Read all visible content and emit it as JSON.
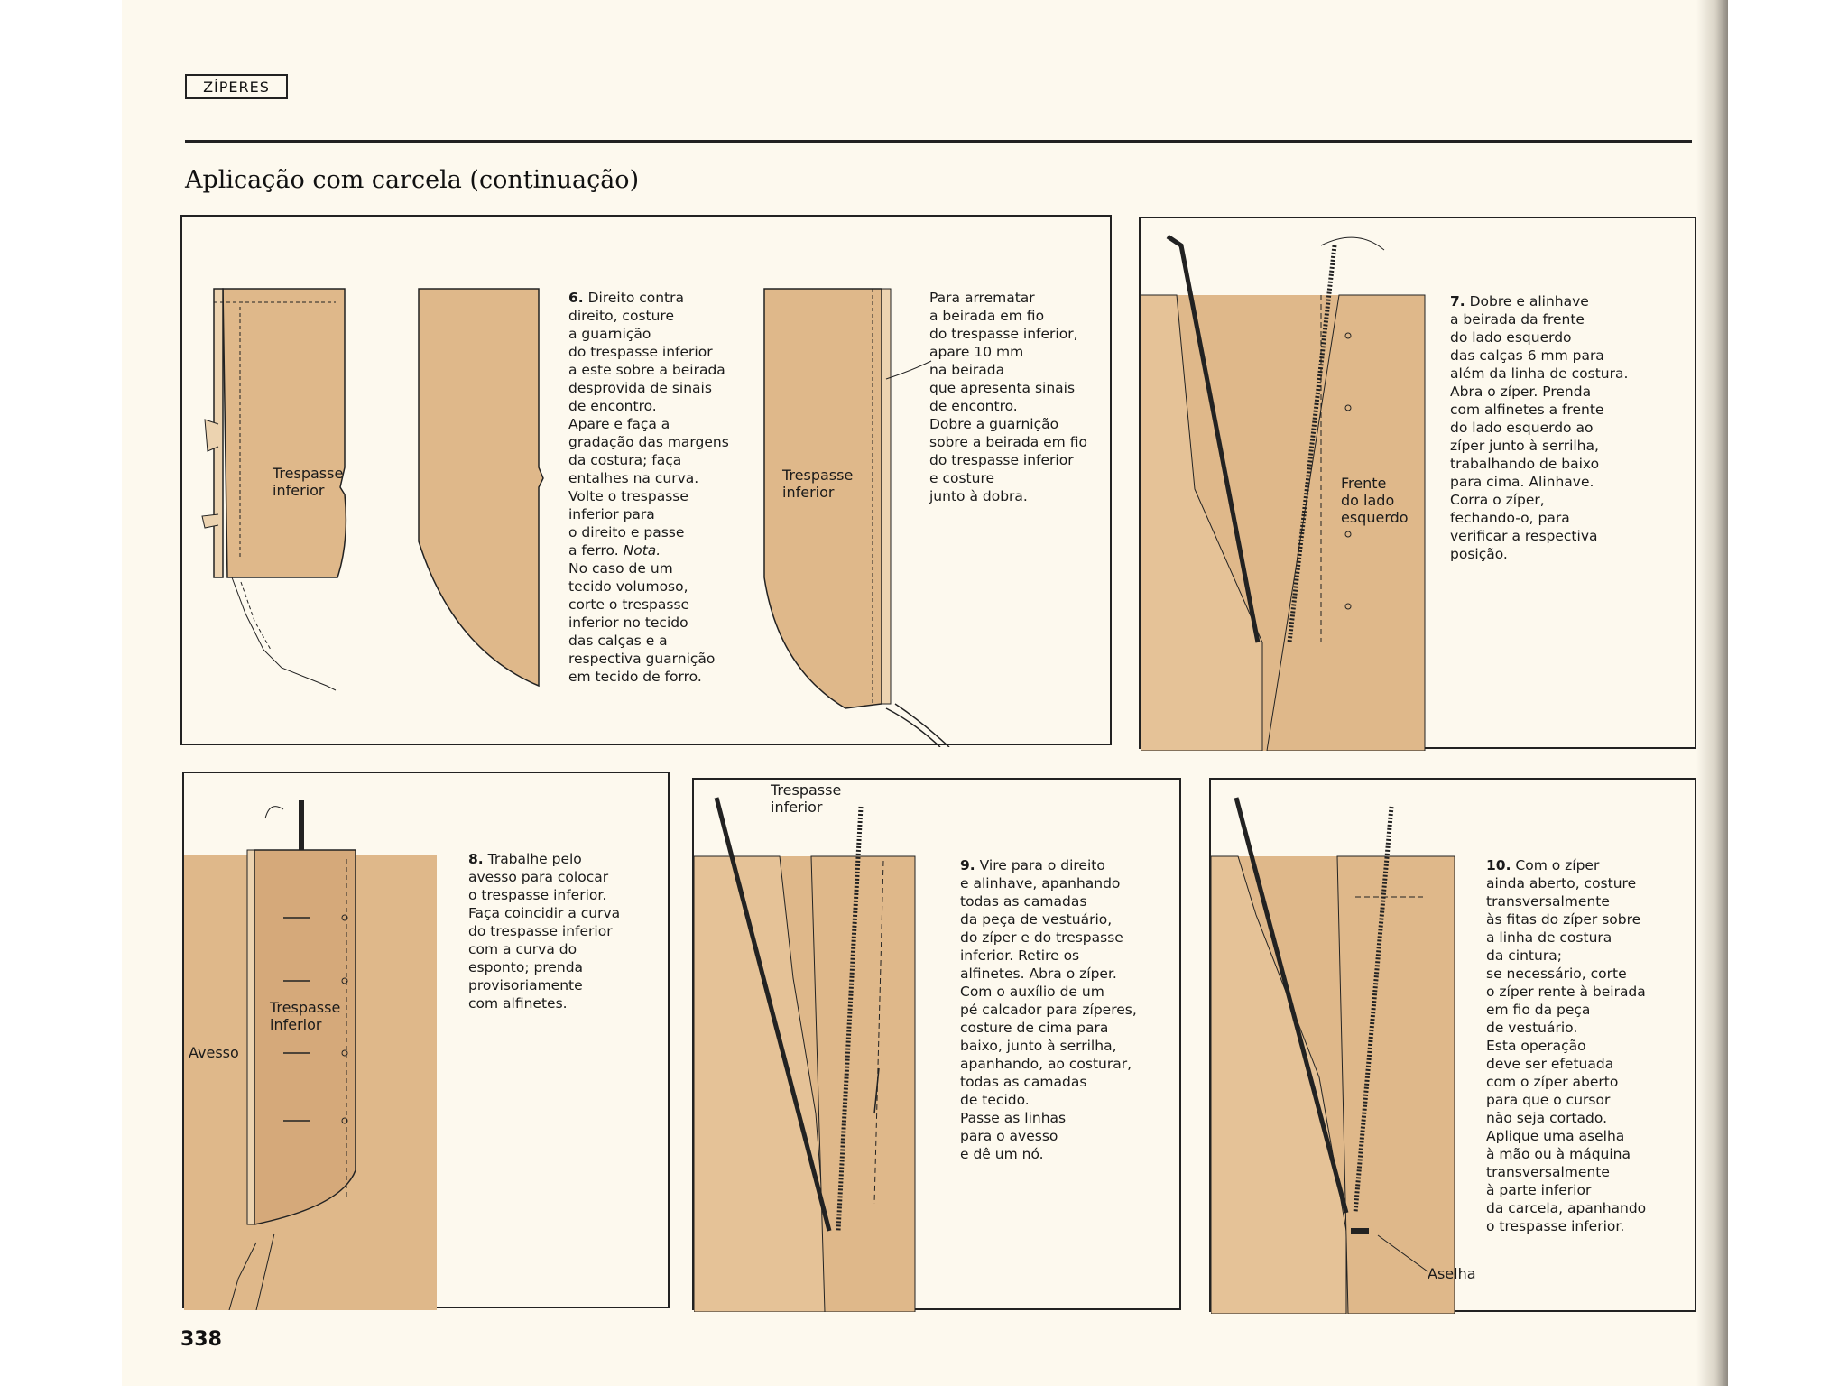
{
  "header": {
    "section": "ZÍPERES",
    "title": "Aplicação com carcela (continuação)"
  },
  "steps": {
    "s6": {
      "num": "6.",
      "text": "Direito contra\ndireito, costure\na guarnição\ndo trespasse inferior\na este sobre a beirada\ndesprovida de sinais\nde encontro.\nApare e faça a\ngradação das margens\nda costura; faça\nentalhes na curva.\nVolte o trespasse\ninferior para\no direito e passe\na ferro. ",
      "note": "Nota.",
      "text_after": "\nNo caso de um\ntecido volumoso,\ncorte o trespasse\ninferior no tecido\ndas calças e a\nrespectiva guarnição\nem tecido de forro."
    },
    "s6b": {
      "text": "Para arrematar\na beirada em fio\ndo trespasse inferior,\napare 10 mm\nna beirada\nque apresenta sinais\nde encontro.\nDobre a guarnição\nsobre a beirada em fio\ndo trespasse inferior\ne costure\njunto à dobra."
    },
    "s7": {
      "num": "7.",
      "text": "Dobre e alinhave\na beirada da frente\ndo lado esquerdo\ndas calças 6 mm para\nalém da linha de costura.\nAbra o zíper. Prenda\ncom alfinetes a frente\ndo lado esquerdo ao\nzíper junto à serrilha,\ntrabalhando de baixo\npara cima. Alinhave.\nCorra o zíper,\nfechando-o, para\nverificar a respectiva\nposição."
    },
    "s8": {
      "num": "8.",
      "text": "Trabalhe pelo\navesso para colocar\no trespasse inferior.\nFaça coincidir a curva\ndo trespasse inferior\ncom a curva do\nesponto; prenda\nprovisoriamente\ncom alfinetes."
    },
    "s9": {
      "num": "9.",
      "text": "Vire para o direito\ne alinhave, apanhando\ntodas as camadas\nda peça de vestuário,\ndo zíper e do trespasse\ninferior. Retire os\nalfinetes. Abra o zíper.\nCom o auxílio de um\npé calcador para zíperes,\ncosture de cima para\nbaixo, junto à serrilha,\napanhando, ao costurar,\ntodas as camadas\nde tecido.\nPasse as linhas\npara o avesso\ne dê um nó."
    },
    "s10": {
      "num": "10.",
      "text": "Com o zíper\nainda aberto, costure\ntransversalmente\nàs fitas do zíper sobre\na linha de costura\nda cintura;\nse necessário, corte\no zíper rente à beirada\nem fio da peça\nde vestuário.\nEsta operação\ndeve ser efetuada\ncom o zíper aberto\npara que o cursor\nnão seja cortado.\nAplique uma aselha\nà mão ou à máquina\ntransversalmente\nà parte inferior\nda carcela, apanhando\no trespasse inferior."
    }
  },
  "labels": {
    "trespasse_inferior": "Trespasse\ninferior",
    "frente_lado_esquerdo": "Frente\ndo lado\nesquerdo",
    "avesso": "Avesso",
    "aselha": "Aselha"
  },
  "footer": {
    "page_number": "338"
  },
  "colors": {
    "fabric": "#dfb88a",
    "fabric_light": "#ecd3b0",
    "ink": "#222222",
    "paper": "#fdf9ee"
  }
}
